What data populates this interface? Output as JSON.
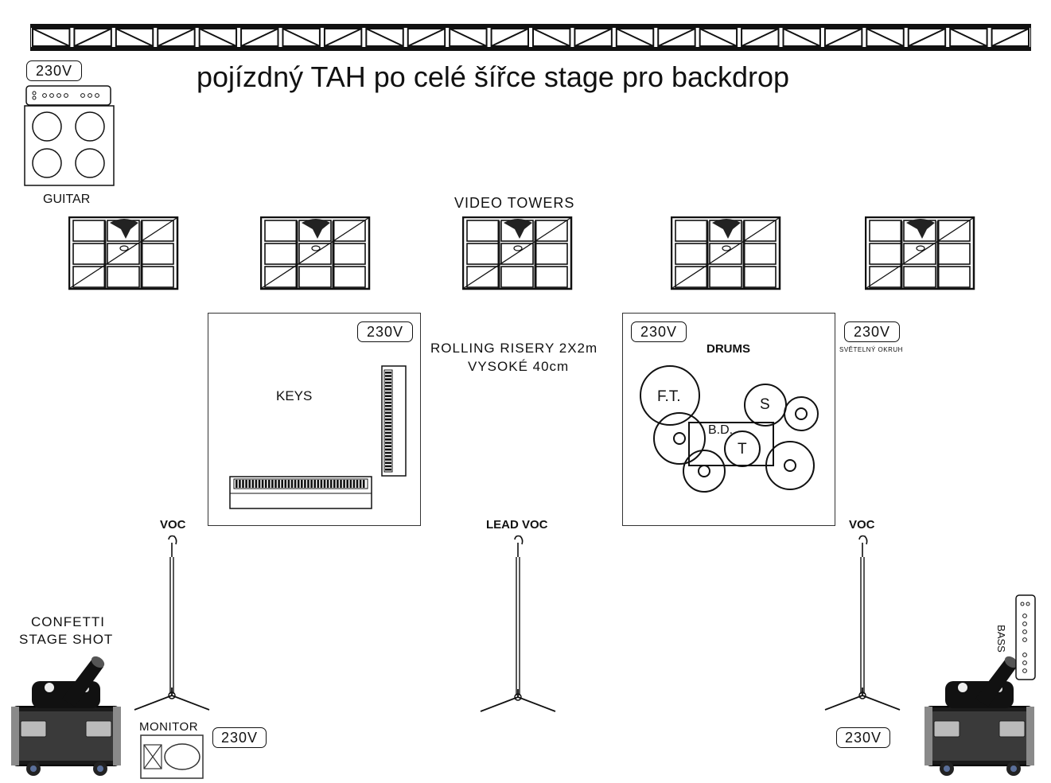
{
  "title": "pojízdný TAH po celé šířce stage pro backdrop",
  "power_label": "230V",
  "guitar": {
    "label": "GUITAR"
  },
  "video_towers": {
    "label": "VIDEO TOWERS",
    "count": 5
  },
  "keys": {
    "label": "KEYS"
  },
  "risers": {
    "line1": "ROLLING RISERY 2X2m",
    "line2": "VYSOKÉ 40cm"
  },
  "drums": {
    "label": "DRUMS",
    "floor_tom": "F.T.",
    "snare": "S",
    "bass_drum": "B.D.",
    "tom": "T"
  },
  "light_circuit": {
    "label": "SVĚTELNÝ OKRUH"
  },
  "mics": {
    "left": "VOC",
    "center": "LEAD VOC",
    "right": "VOC"
  },
  "confetti": {
    "line1": "CONFETTI",
    "line2": "STAGE SHOT"
  },
  "monitor": {
    "label": "MONITOR"
  },
  "bass": {
    "label": "BASS"
  }
}
